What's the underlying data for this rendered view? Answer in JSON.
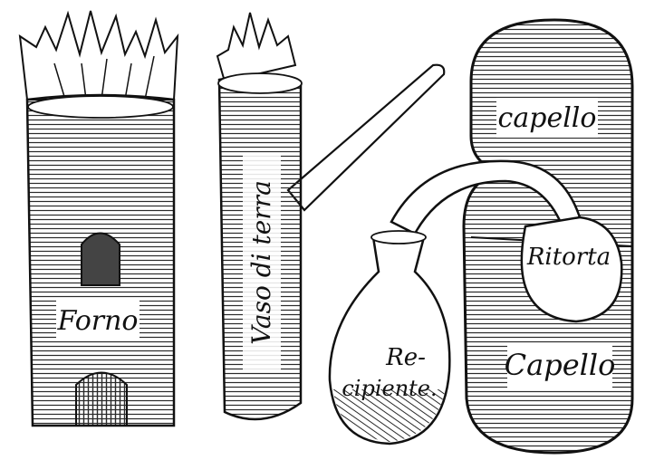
{
  "labels": {
    "forno": "Forno",
    "vaso": "Vaso di terra",
    "capello_top": "capello",
    "ritorta": "Ritorta",
    "capello_bottom": "Capello",
    "recipiente_1": "Re-",
    "recipiente_2": "cipiente."
  },
  "colors": {
    "ink": "#111111",
    "paper": "#ffffff",
    "hatch": "#2a2a2a"
  }
}
